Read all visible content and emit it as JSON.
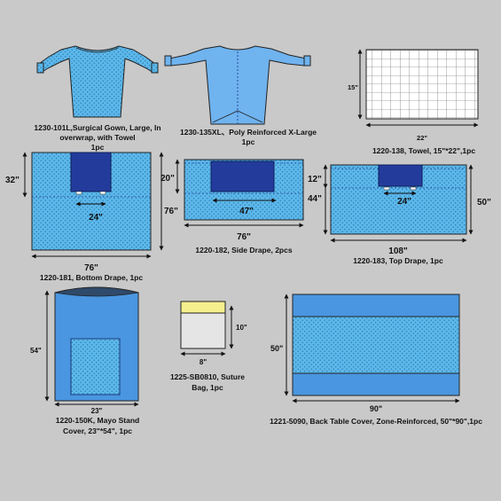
{
  "items": {
    "gown_large": {
      "caption": [
        "1230-101L,Surgical Gown, Large, In",
        "overwrap, with Towel",
        "1pc"
      ]
    },
    "gown_xl": {
      "caption": [
        "1230-135XL、Poly Reinforced X-Large",
        "1pc"
      ]
    },
    "towel": {
      "caption": [
        "1220-138, Towel, 15\"*22\",1pc"
      ],
      "dims": {
        "height": "15\"",
        "width": "22\""
      }
    },
    "bottom_drape": {
      "caption": [
        "1220-181, Bottom Drape, 1pc"
      ],
      "dims": {
        "top": "32\"",
        "side": "76\"",
        "inner": "24\"",
        "width": "76\""
      }
    },
    "side_drape": {
      "caption": [
        "1220-182, Side Drape, 2pcs"
      ],
      "dims": {
        "top": "20\"",
        "inner": "47\"",
        "width": "76\""
      }
    },
    "top_drape": {
      "caption": [
        "1220-183, Top Drape, 1pc"
      ],
      "dims": {
        "top": "12\"",
        "mid": "44\"",
        "inner": "24\"",
        "side": "50\"",
        "width": "108\""
      }
    },
    "mayo": {
      "caption": [
        "1220-150K, Mayo Stand",
        "Cover, 23\"*54\", 1pc"
      ],
      "dims": {
        "height": "54\"",
        "width": "23\""
      }
    },
    "suture_bag": {
      "caption": [
        "1225-SB0810, Suture",
        "Bag, 1pc"
      ],
      "dims": {
        "height": "10\"",
        "width": "8\""
      }
    },
    "back_table": {
      "caption": [
        "1221-5090, Back Table Cover, Zone-Reinforced, 50\"*90\",1pc"
      ],
      "dims": {
        "height": "50\"",
        "width": "90\""
      }
    }
  },
  "colors": {
    "light_blue": "#5bb8ea",
    "mid_blue": "#4a96e0",
    "dark_blue": "#233c9c",
    "yellow": "#f6ef8e"
  }
}
